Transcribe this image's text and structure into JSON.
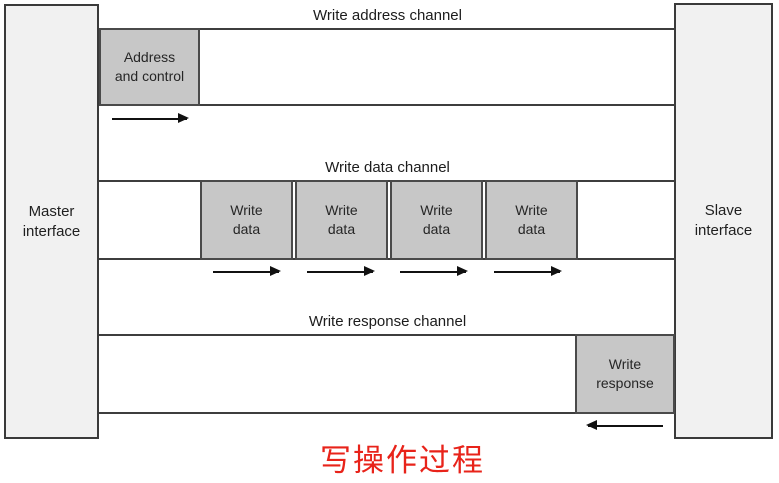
{
  "colors": {
    "interface_fill": "#f1f1f1",
    "box_fill": "#c7c7c7",
    "line": "#3d3d3d",
    "caption_red": "#e8231a"
  },
  "interfaces": {
    "master": "Master\ninterface",
    "slave": "Slave\ninterface"
  },
  "channels": {
    "address": {
      "title": "Write address channel",
      "box": "Address\nand control",
      "arrow_direction": "right"
    },
    "data": {
      "title": "Write data channel",
      "boxes": [
        "Write\ndata",
        "Write\ndata",
        "Write\ndata",
        "Write\ndata"
      ],
      "arrow_direction": "right"
    },
    "response": {
      "title": "Write response channel",
      "box": "Write\nresponse",
      "arrow_direction": "left"
    }
  },
  "caption": "写操作过程"
}
